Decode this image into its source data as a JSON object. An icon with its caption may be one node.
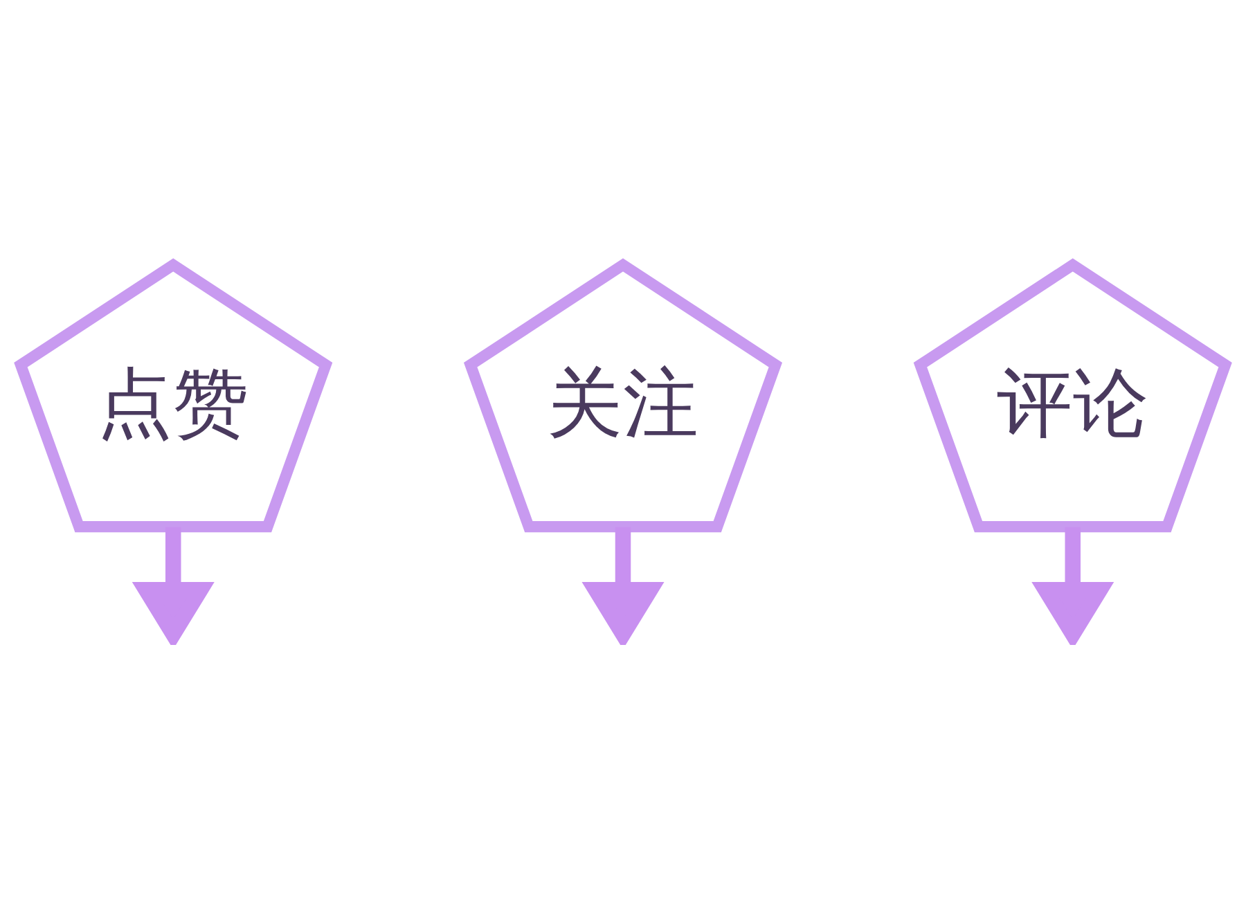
{
  "diagram": {
    "nodes": [
      {
        "text": [
          "点赞"
        ]
      },
      {
        "text": [
          "关注"
        ]
      },
      {
        "text": [
          "评论"
        ]
      }
    ],
    "edges": [
      {
        "from": 0,
        "to": null,
        "arrow": "to"
      },
      {
        "from": 1,
        "to": null,
        "arrow": "to"
      },
      {
        "from": 2,
        "to": null,
        "arrow": "to"
      }
    ]
  }
}
